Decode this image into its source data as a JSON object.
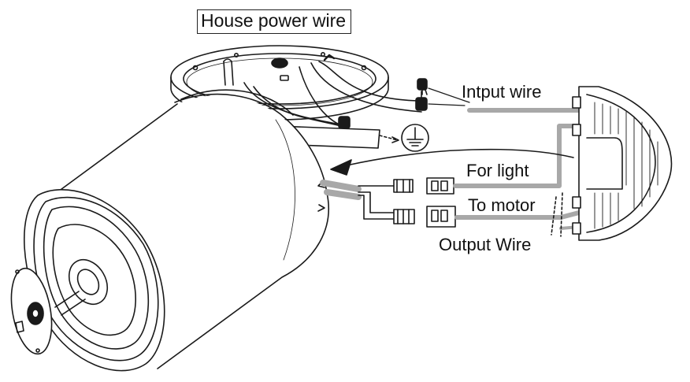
{
  "labels": {
    "house_power_wire": "House power wire",
    "input_wire": "Intput wire",
    "for_light": "For light",
    "to_motor": "To motor",
    "output_wire": "Output Wire"
  },
  "colors": {
    "line": "#1a1a1a",
    "wire_gray": "#a8a8a8",
    "background": "#ffffff"
  }
}
